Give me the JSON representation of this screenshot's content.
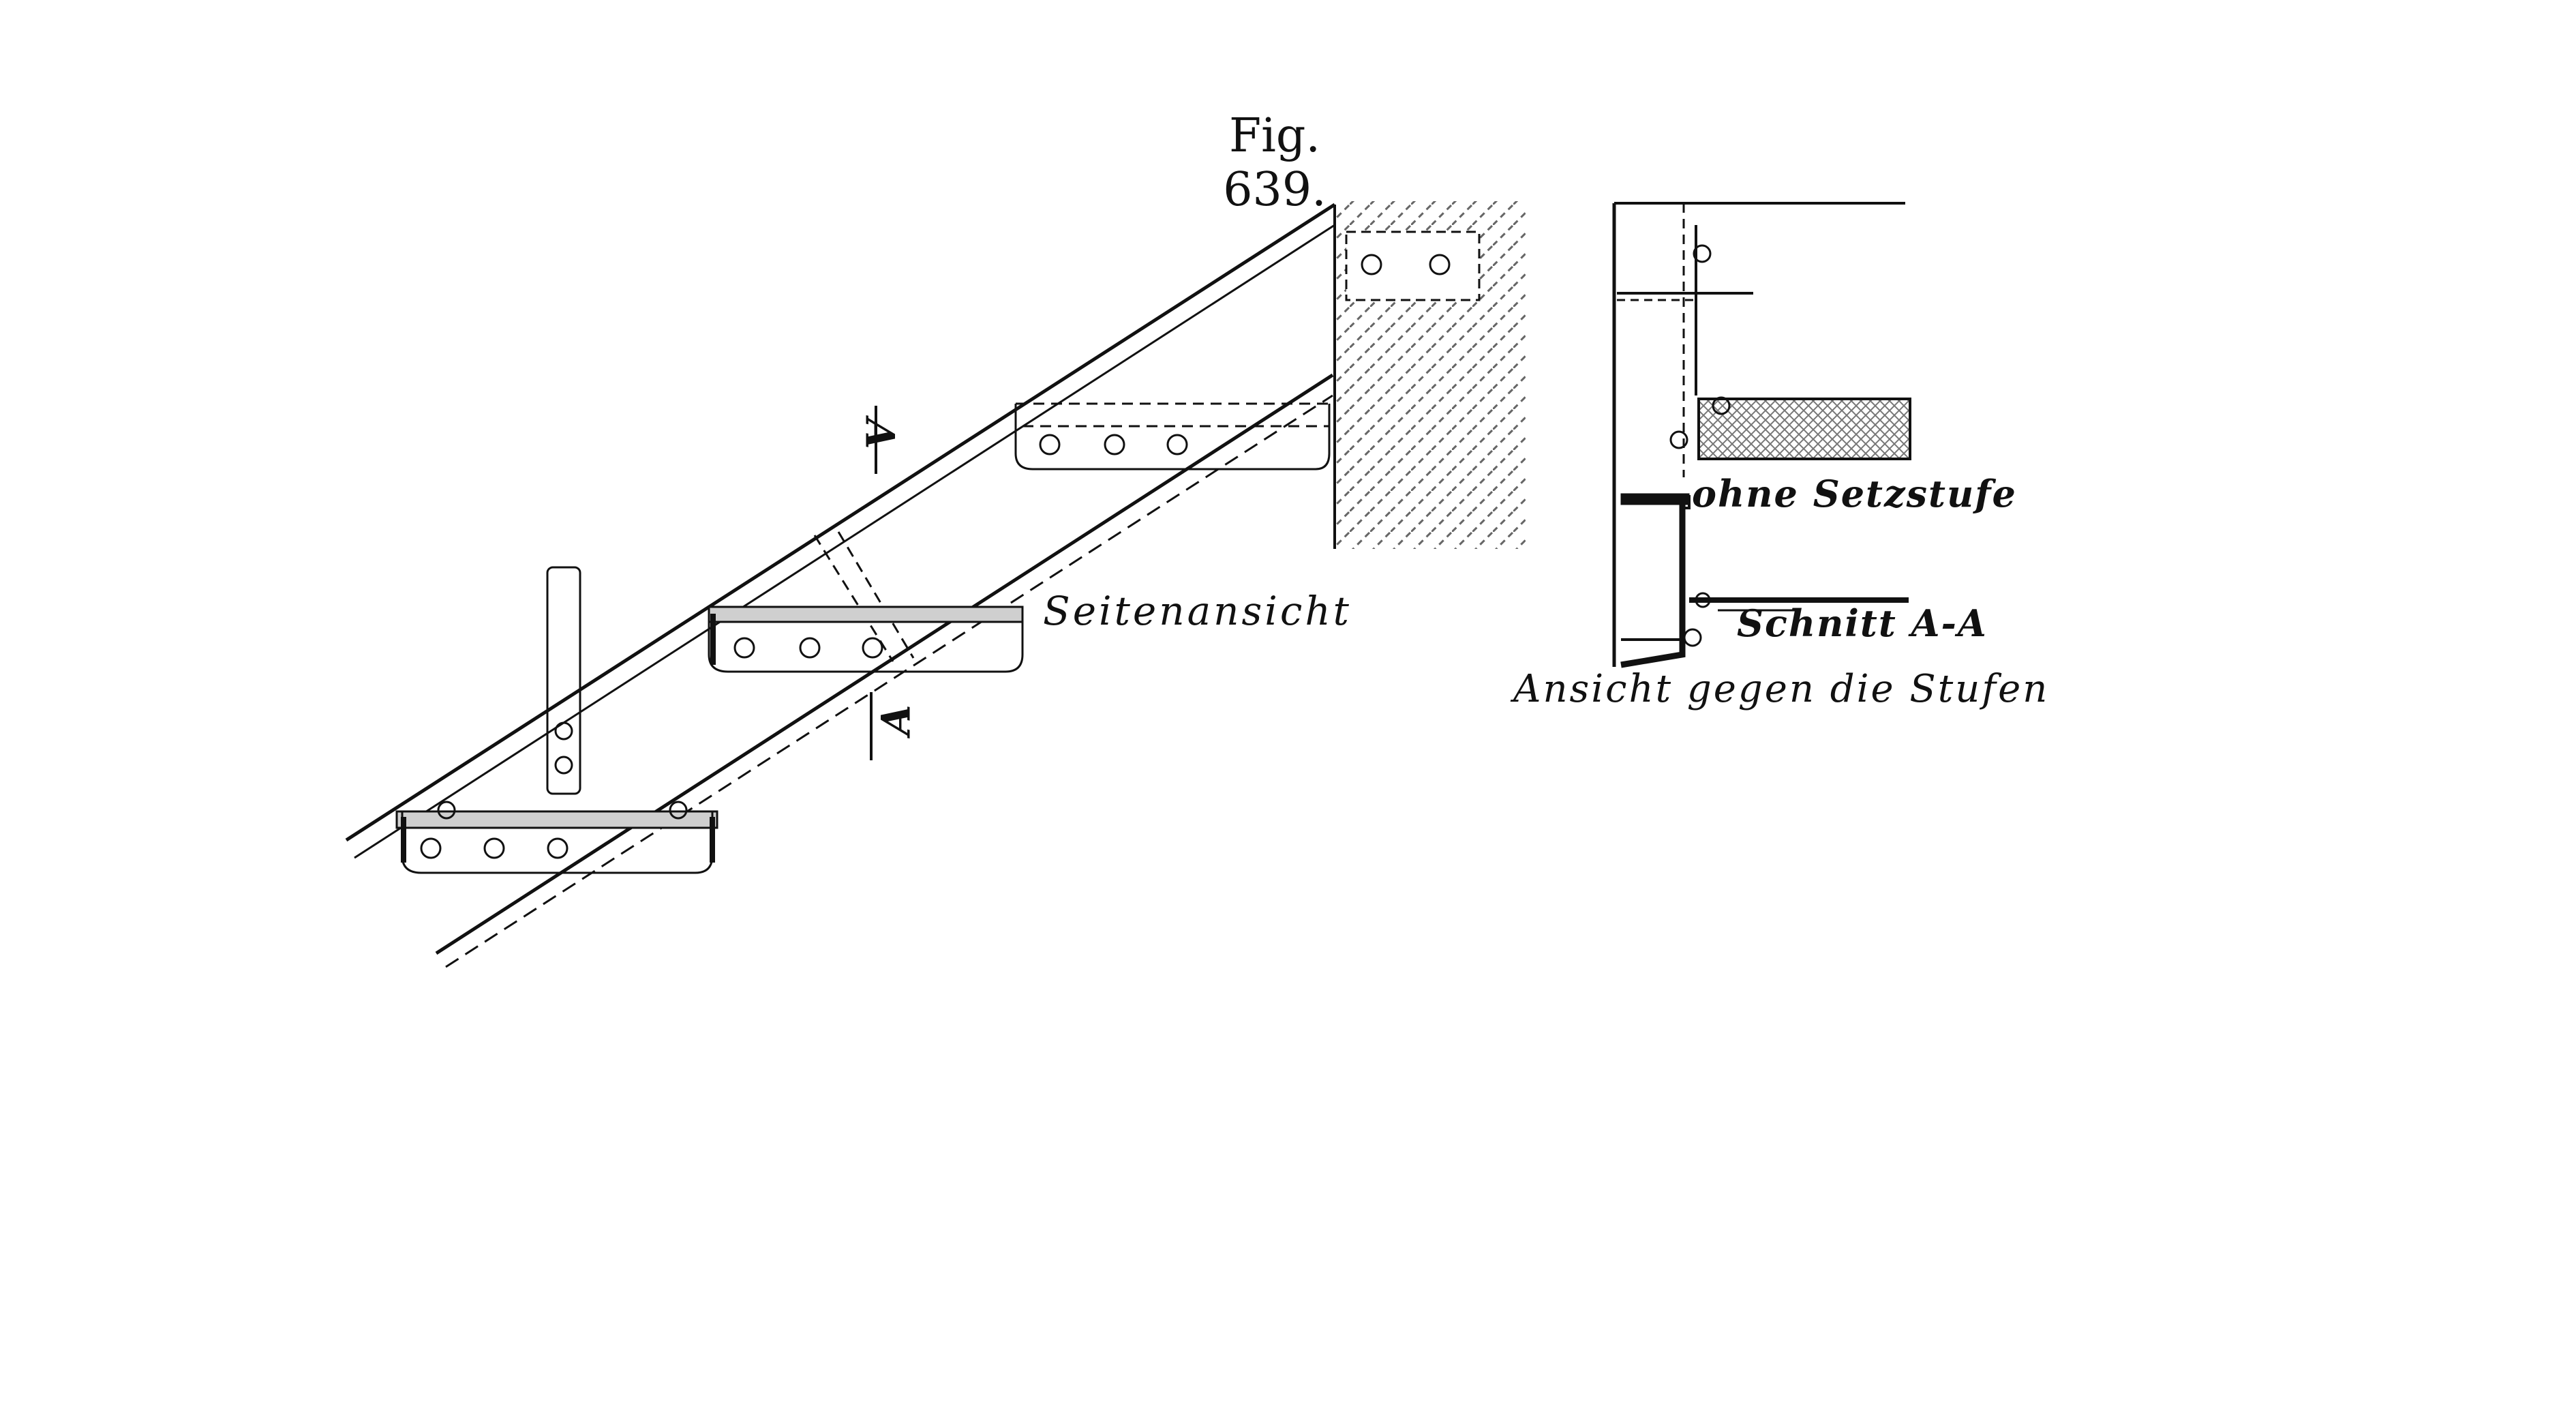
{
  "figure": {
    "title": "Fig. 639.",
    "labels": {
      "side_view": "Seitenansicht",
      "without_riser": "ohne Setzstufe",
      "section": "Schnitt A-A",
      "view_towards_steps": "Ansicht gegen die Stufen",
      "section_mark_upper": "A",
      "section_mark_lower": "A"
    }
  },
  "colors": {
    "ink": "#111111",
    "paper": "#ffffff",
    "hatch": "#555555",
    "tread": "#888888"
  }
}
